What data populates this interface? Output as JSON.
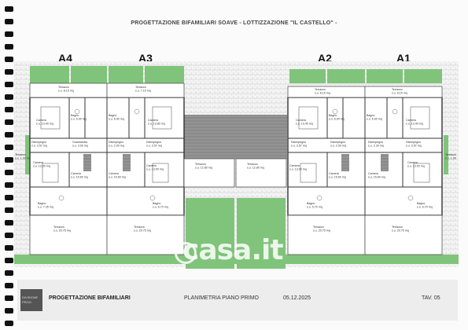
{
  "document": {
    "title": "PROGETTAZIONE BIFAMILIARI SOAVE   - LOTTIZZAZIONE \"IL CASTELLO\" -"
  },
  "units": [
    "A4",
    "A3",
    "A2",
    "A1"
  ],
  "rooms": {
    "terrazzo_top_a4": {
      "name": "Terrazzo",
      "area": "s.u. 8.15 mq"
    },
    "terrazzo_top_a3": {
      "name": "Terrazzo",
      "area": "s.u. 7.15 mq"
    },
    "terrazzo_top_a2": {
      "name": "Terrazzo",
      "area": "s.u. 8.15 mq"
    },
    "terrazzo_top_a1": {
      "name": "Terrazzo",
      "area": "s.u. 8.15 mq"
    },
    "camera_a4": {
      "name": "Camera",
      "area": "s.u. 13.40 mq"
    },
    "bagno_a4": {
      "name": "Bagno",
      "area": "s.u. 6.90 mq"
    },
    "bagno_a3": {
      "name": "Bagno",
      "area": "s.u. 6.90 mq"
    },
    "camera_a3": {
      "name": "Camera",
      "area": "s.u. 13.80 mq"
    },
    "camera_a2": {
      "name": "Camera",
      "area": "s.u. 13.40 mq"
    },
    "bagno_a2": {
      "name": "Bagno",
      "area": "s.u. 6.90 mq"
    },
    "bagno_a1": {
      "name": "Bagno",
      "area": "s.u. 6.90 mq"
    },
    "camera_a1": {
      "name": "Camera",
      "area": "s.u. 13.40 mq"
    },
    "disimpegno_a4": {
      "name": "Disimpegno",
      "area": "s.u. 3.57 mq"
    },
    "guardaroba_a4": {
      "name": "Guardaroba",
      "area": "s.u. 3.00 mq"
    },
    "disimpegno_a3": {
      "name": "Disimpegno",
      "area": "s.u. 2.00 mq"
    },
    "disimpegno2_a3": {
      "name": "Disimpegno",
      "area": "s.u. 3.57 mq"
    },
    "disimpegno_a2": {
      "name": "Disimpegno",
      "area": "s.u. 3.57 mq"
    },
    "disimpegno2_a2": {
      "name": "Disimpegno",
      "area": "s.u. 2.00 mq"
    },
    "disimpegno_a1": {
      "name": "Disimpegno",
      "area": "s.u. 2.34 mq"
    },
    "disimpegno2_a1": {
      "name": "Disimpegno",
      "area": "s.u. 3.57 mq"
    },
    "terrazzo_side_a4": {
      "name": "Terrazzo",
      "area": "s.u. 1.00 mq"
    },
    "terrazzo_side_a1": {
      "name": "Terrazzo",
      "area": "s.u. 1.00"
    },
    "camera2_a4": {
      "name": "Camera",
      "area": "s.u. 13.00 mq"
    },
    "camera3_a4": {
      "name": "Camera",
      "area": "s.u. 15.60 mq"
    },
    "camera2_a3": {
      "name": "Camera",
      "area": "s.u. 15.60 mq"
    },
    "camera3_a3": {
      "name": "Camera",
      "area": "s.u. 13.00 mq"
    },
    "camera2_a2": {
      "name": "Camera",
      "area": "s.u. 13.00 mq"
    },
    "camera3_a2": {
      "name": "Camera",
      "area": "s.u. 15.60 mq"
    },
    "camera2_a1": {
      "name": "Camera",
      "area": "s.u. 15.60 mq"
    },
    "camera3_a1": {
      "name": "Camera",
      "area": "s.u. 13.00 mq"
    },
    "terrazzo_mid_left": {
      "name": "Terrazzo",
      "area": "s.u. 12.80 mq"
    },
    "terrazzo_mid_right": {
      "name": "Terrazzo",
      "area": "s.u. 12.80 mq"
    },
    "bagno2_a4": {
      "name": "Bagno",
      "area": "s.u. 7.35 mq"
    },
    "bagno2_a3": {
      "name": "Bagno",
      "area": "s.u. 6.70 mq"
    },
    "bagno2_a2": {
      "name": "Bagno",
      "area": "s.u. 5.70 mq"
    },
    "bagno2_a1": {
      "name": "Bagno",
      "area": "s.u. 6.70 mq"
    },
    "terrazzo_bot_a4": {
      "name": "Terrazzo",
      "area": "s.u. 20.75 mq"
    },
    "terrazzo_bot_a3": {
      "name": "Terrazzo",
      "area": "s.u. 20.75 mq"
    },
    "terrazzo_bot_a2": {
      "name": "Terrazzo",
      "area": "s.u. 20.75 mq"
    },
    "terrazzo_bot_a1": {
      "name": "Terrazzo",
      "area": "s.u. 20.75 mq"
    }
  },
  "footer": {
    "logo_line1": "DIVISIONE",
    "logo_line2": "PROG.",
    "project": "PROGETTAZIONE BIFAMILIARI",
    "drawing": "PLANIMETRIA PIANO PRIMO",
    "date": "05.12.2025",
    "sheet": "TAV. 05"
  },
  "watermark": {
    "text": "casa.it"
  },
  "colors": {
    "grass": "#7fc47a",
    "paving": "#f1f1f1",
    "hatch": "#9a9a9a",
    "wall": "#333333",
    "footer_bg": "#ededed"
  }
}
